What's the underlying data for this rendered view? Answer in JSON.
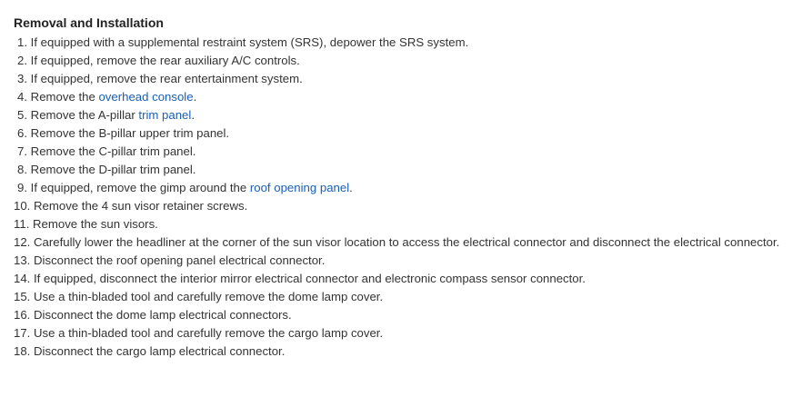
{
  "heading": "Removal and Installation",
  "steps": [
    {
      "num": "1.",
      "text": "If equipped with a supplemental restraint system (SRS), depower the SRS system."
    },
    {
      "num": "2.",
      "text": "If equipped, remove the rear auxiliary A/C controls."
    },
    {
      "num": "3.",
      "text": "If equipped, remove the rear entertainment system."
    },
    {
      "num": "4.",
      "before": "Remove the ",
      "link": "overhead console",
      "after": "."
    },
    {
      "num": "5.",
      "before": "Remove the A-pillar ",
      "link": "trim panel",
      "after": "."
    },
    {
      "num": "6.",
      "text": "Remove the B-pillar upper trim panel."
    },
    {
      "num": "7.",
      "text": "Remove the C-pillar trim panel."
    },
    {
      "num": "8.",
      "text": "Remove the D-pillar trim panel."
    },
    {
      "num": "9.",
      "before": "If equipped, remove the gimp around the ",
      "link": "roof opening panel",
      "after": "."
    },
    {
      "num": "10.",
      "text": "Remove the 4 sun visor retainer screws."
    },
    {
      "num": "11.",
      "text": "Remove the sun visors."
    },
    {
      "num": "12.",
      "text": "Carefully lower the headliner at the corner of the sun visor location to access the electrical connector and disconnect the electrical connector."
    },
    {
      "num": "13.",
      "text": "Disconnect the roof opening panel electrical connector."
    },
    {
      "num": "14.",
      "text": "If equipped, disconnect the interior mirror electrical connector and electronic compass sensor connector."
    },
    {
      "num": "15.",
      "text": "Use a thin-bladed tool and carefully remove the dome lamp cover."
    },
    {
      "num": "16.",
      "text": "Disconnect the dome lamp electrical connectors."
    },
    {
      "num": "17.",
      "text": "Use a thin-bladed tool and carefully remove the cargo lamp cover."
    },
    {
      "num": "18.",
      "text": "Disconnect the cargo lamp electrical connector."
    }
  ],
  "colors": {
    "text": "#333333",
    "heading": "#222222",
    "link": "#1a5fb4"
  }
}
